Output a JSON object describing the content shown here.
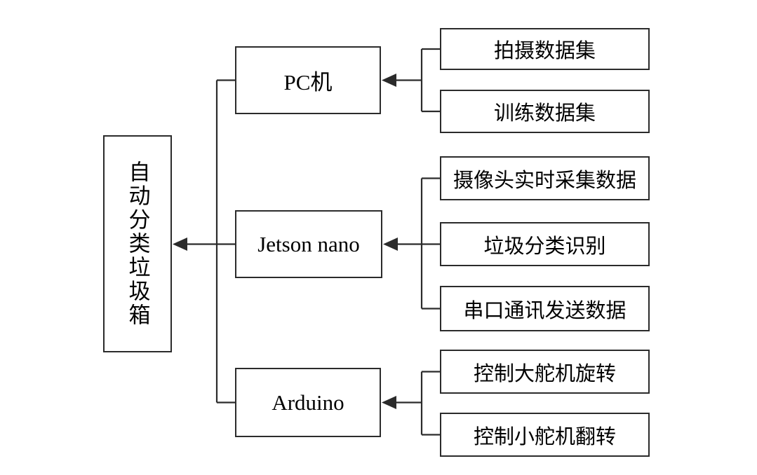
{
  "diagram": {
    "title_hint": "automatic-sorting-trash-bin system architecture",
    "root": {
      "label": "自动分类垃圾箱"
    },
    "nodes": [
      {
        "label": "PC机",
        "children": [
          "拍摄数据集",
          "训练数据集"
        ]
      },
      {
        "label": "Jetson nano",
        "children": [
          "摄像头实时采集数据",
          "垃圾分类识别",
          "串口通讯发送数据"
        ]
      },
      {
        "label": "Arduino",
        "children": [
          "控制大舵机旋转",
          "控制小舵机翻转"
        ]
      }
    ],
    "colors": {
      "line": "#2b2b2b",
      "box_border": "#2b2b2b",
      "background": "#ffffff",
      "text": "#000000"
    },
    "arrow_direction": "children point to parents, parents point to root (right to left)"
  }
}
